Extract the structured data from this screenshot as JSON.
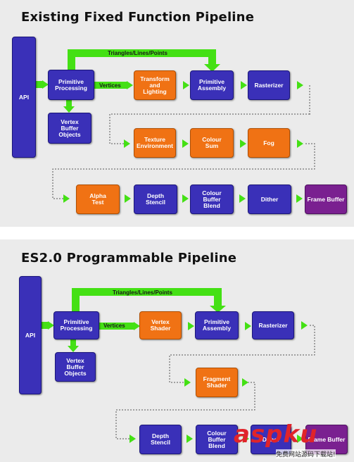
{
  "diagrams": [
    {
      "title": "Existing Fixed Function Pipeline",
      "api": "API",
      "primitive_processing": "Primitive\nProcessing",
      "vertex_buffer_objects": "Vertex\nBuffer\nObjects",
      "vertices_label": "Vertices",
      "triangles_label": "Triangles/Lines/Points",
      "transform_lighting": "Transform\nand\nLighting",
      "primitive_assembly": "Primitive\nAssembly",
      "rasterizer": "Rasterizer",
      "texture_environment": "Texture\nEnvironment",
      "colour_sum": "Colour\nSum",
      "fog": "Fog",
      "alpha_test": "Alpha\nTest",
      "depth_stencil": "Depth\nStencil",
      "colour_buffer_blend": "Colour\nBuffer\nBlend",
      "dither": "Dither",
      "frame_buffer": "Frame Buffer"
    },
    {
      "title": "ES2.0 Programmable Pipeline",
      "api": "API",
      "primitive_processing": "Primitive\nProcessing",
      "vertex_buffer_objects": "Vertex\nBuffer\nObjects",
      "vertices_label": "Vertices",
      "triangles_label": "Triangles/Lines/Points",
      "vertex_shader": "Vertex\nShader",
      "primitive_assembly": "Primitive\nAssembly",
      "rasterizer": "Rasterizer",
      "fragment_shader": "Fragment\nShader",
      "depth_stencil": "Depth\nStencil",
      "colour_buffer_blend": "Colour\nBuffer\nBlend",
      "dither": "Dither",
      "frame_buffer": "Frame Buffer"
    }
  ],
  "colors": {
    "stage_blue": "#3a30b8",
    "stage_orange": "#f07214",
    "stage_purple": "#7a2090",
    "arrow_green": "#44e014"
  },
  "watermark": {
    "text": "aspku",
    "sub": "免费网站源码下载站!"
  }
}
